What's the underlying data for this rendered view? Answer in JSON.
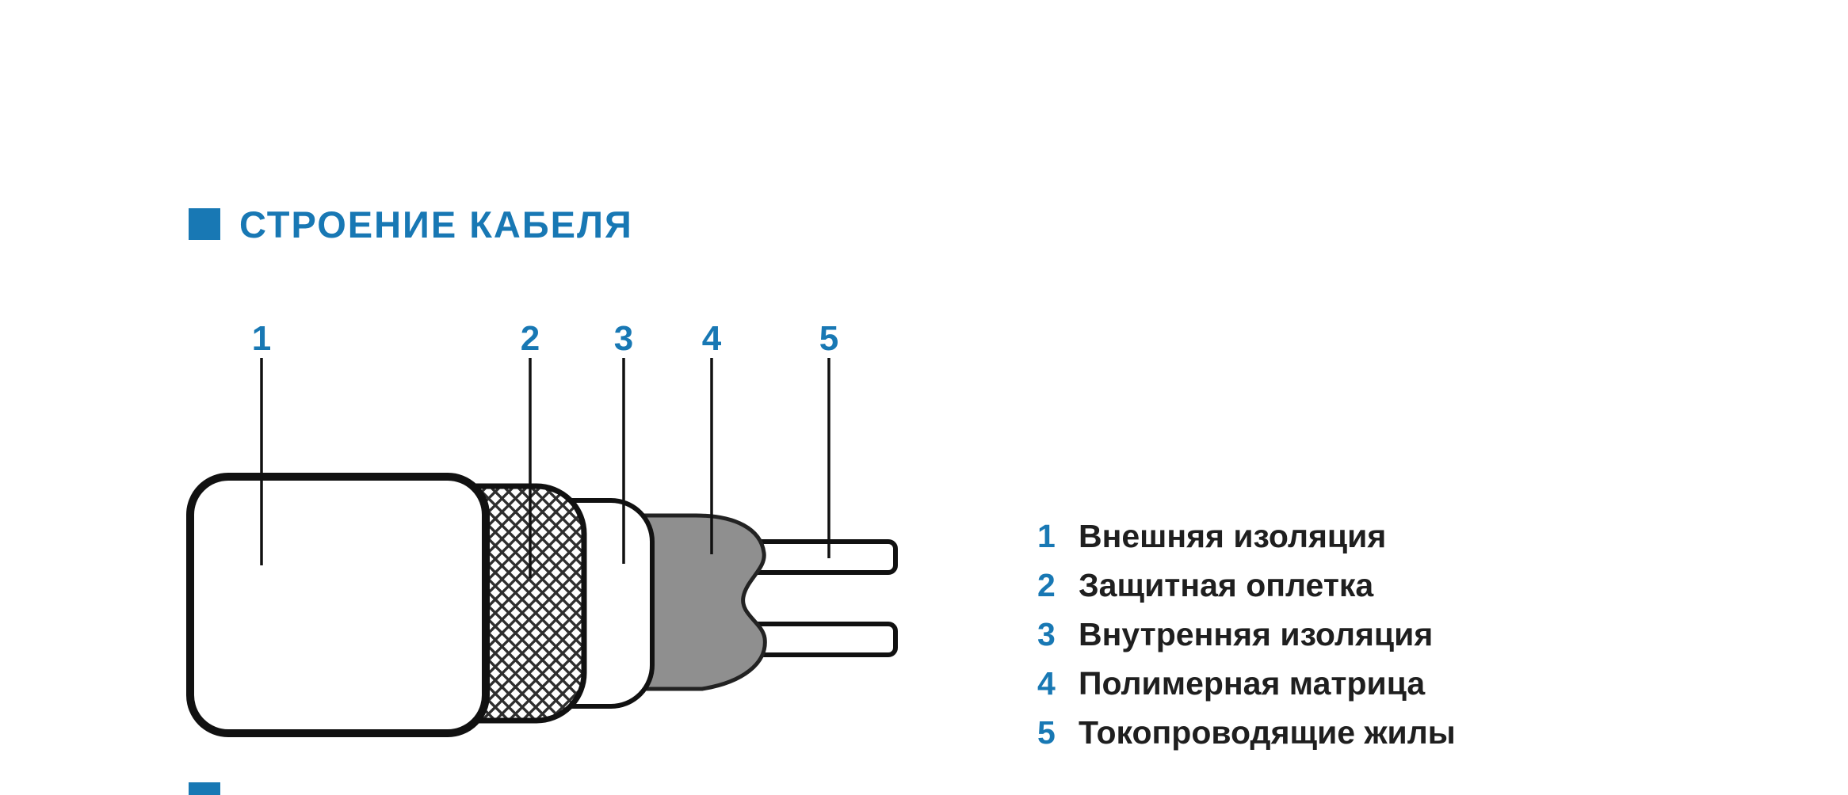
{
  "header": {
    "title": "СТРОЕНИЕ КАБЕЛЯ"
  },
  "diagram": {
    "callout_numbers": [
      "1",
      "2",
      "3",
      "4",
      "5"
    ]
  },
  "legend": {
    "items": [
      {
        "num": "1",
        "label": "Внешняя изоляция"
      },
      {
        "num": "2",
        "label": "Защитная оплетка"
      },
      {
        "num": "3",
        "label": "Внутренняя изоляция"
      },
      {
        "num": "4",
        "label": "Полимерная матрица"
      },
      {
        "num": "5",
        "label": "Токопроводящие жилы"
      }
    ]
  },
  "colors": {
    "accent": "#1878b4",
    "outline": "#111111",
    "matrix_gray": "#8f8f8f",
    "label_text": "#1f1f1f",
    "layer_fill": "#ffffff"
  }
}
